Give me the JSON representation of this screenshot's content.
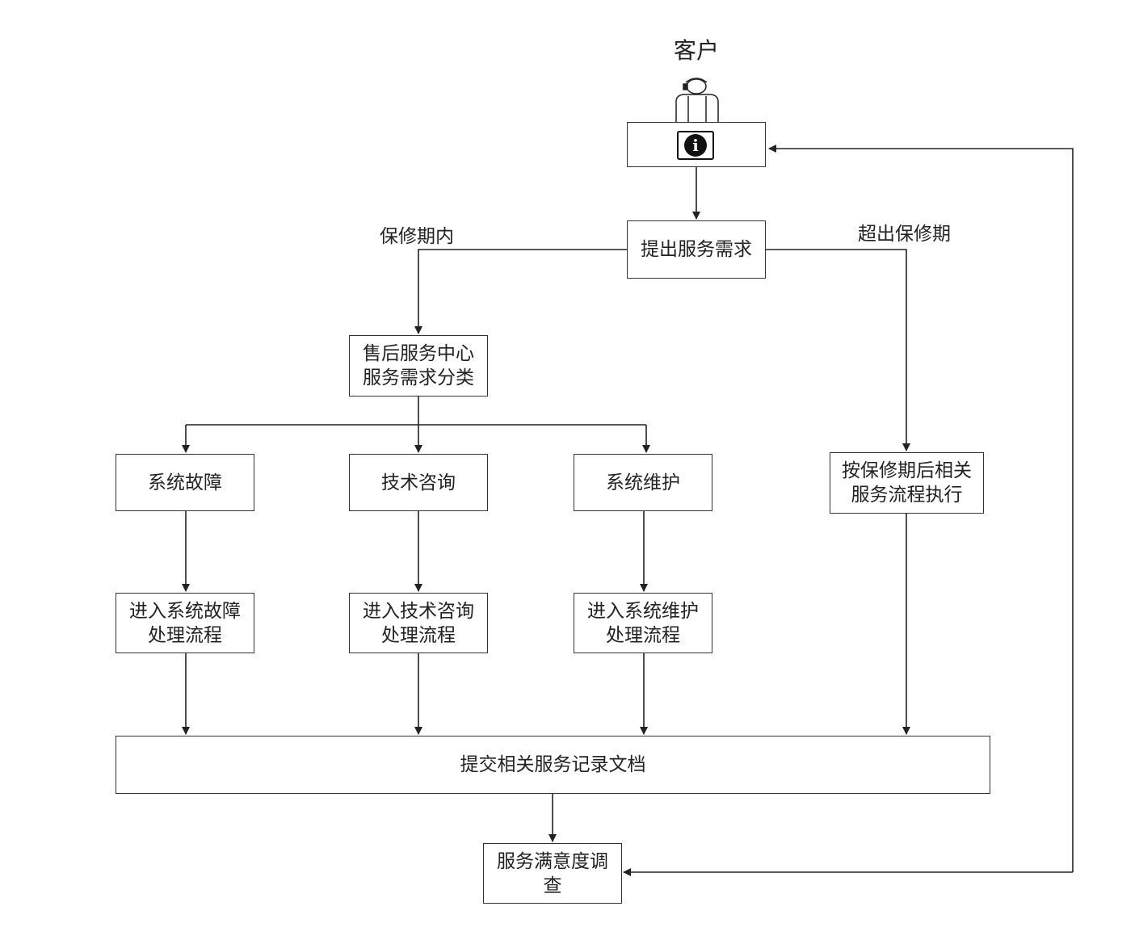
{
  "customer_label": "客户",
  "icons": {
    "person": "customer-headset-icon",
    "info": "info-icon"
  },
  "nodes": {
    "request": "提出服务需求",
    "classify": "售后服务中心\n服务需求分类",
    "fault": "系统故障",
    "consult": "技术咨询",
    "maintain": "系统维护",
    "post_warranty": "按保修期后相关\n服务流程执行",
    "fault_flow": "进入系统故障\n处理流程",
    "consult_flow": "进入技术咨询\n处理流程",
    "maintain_flow": "进入系统维护\n处理流程",
    "submit": "提交相关服务记录文档",
    "survey": "服务满意度调\n查"
  },
  "branches": {
    "in_warranty": "保修期内",
    "out_warranty": "超出保修期"
  }
}
